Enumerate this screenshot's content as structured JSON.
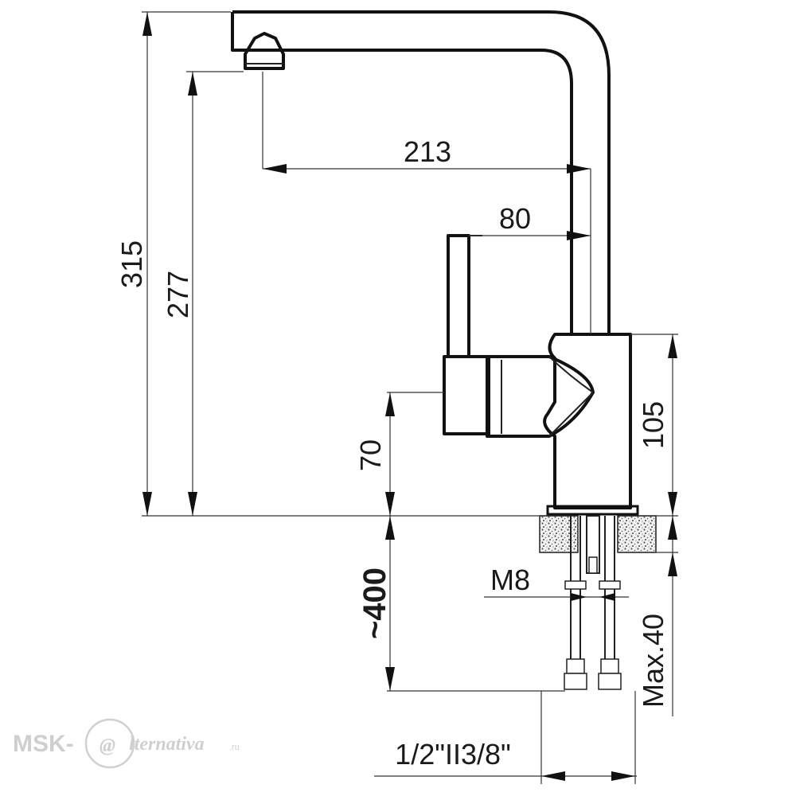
{
  "dimensions": {
    "overall_height": "315",
    "spout_height": "277",
    "spout_reach": "213",
    "lever_length": "80",
    "body_height": "105",
    "lever_axis_height": "70",
    "hose_length": "~400",
    "stud_thread": "M8",
    "max_worktop": "Max.40",
    "connection": "1/2\"II3/8\""
  },
  "watermark": {
    "prefix": "MSK-",
    "at_symbol": "@",
    "suffix": "lternativa",
    "tld": ".ru"
  }
}
